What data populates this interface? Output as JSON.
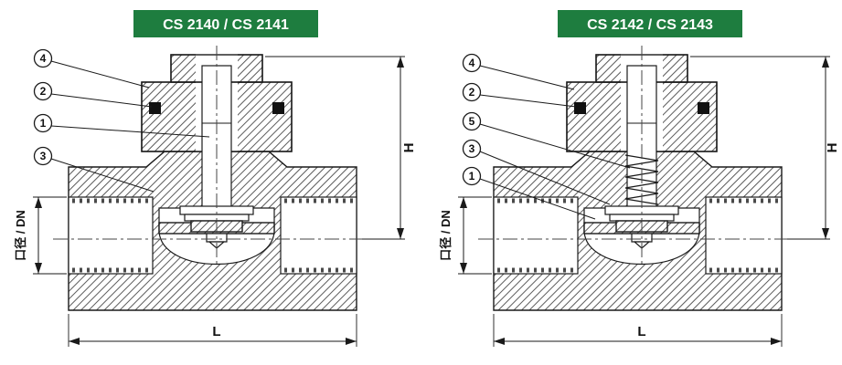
{
  "colors": {
    "badge_green": "#1e7d3f",
    "line": "#1a1a1a"
  },
  "shared_dims": {
    "height": "H",
    "length": "L",
    "bore": "口径 / DN"
  },
  "left_drawing": {
    "title": "CS 2140 / CS 2141",
    "callouts": [
      {
        "n": "4"
      },
      {
        "n": "2"
      },
      {
        "n": "1"
      },
      {
        "n": "3"
      }
    ]
  },
  "right_drawing": {
    "title": "CS 2142 / CS 2143",
    "callouts": [
      {
        "n": "4"
      },
      {
        "n": "2"
      },
      {
        "n": "5"
      },
      {
        "n": "3"
      },
      {
        "n": "1"
      }
    ]
  }
}
